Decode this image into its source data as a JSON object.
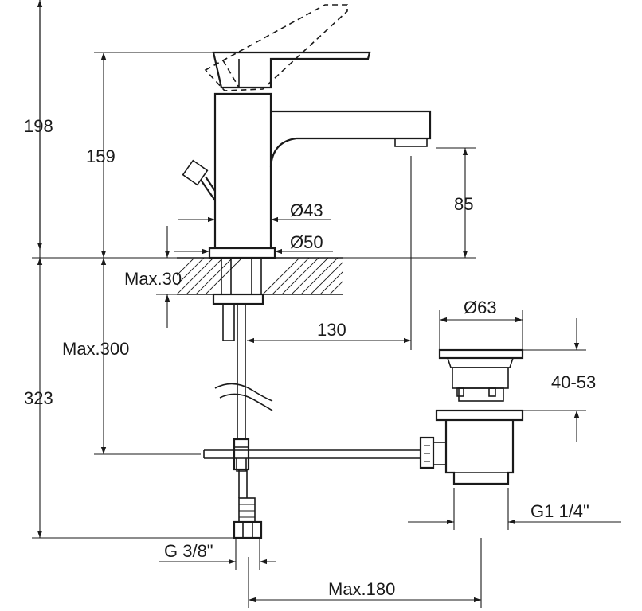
{
  "labels": {
    "total_height_upper": "198",
    "spout_height": "159",
    "spout_outlet_height": "85",
    "body_diameter": "Ø43",
    "base_diameter": "Ø50",
    "deck_max_thickness": "Max.30",
    "spout_reach": "130",
    "hose_max_length": "Max.300",
    "total_height_lower": "323",
    "waste_cap_diameter": "Ø63",
    "waste_adjust_range": "40-53",
    "waste_thread": "G1 1/4\"",
    "supply_thread": "G 3/8\"",
    "waste_max_offset": "Max.180"
  }
}
